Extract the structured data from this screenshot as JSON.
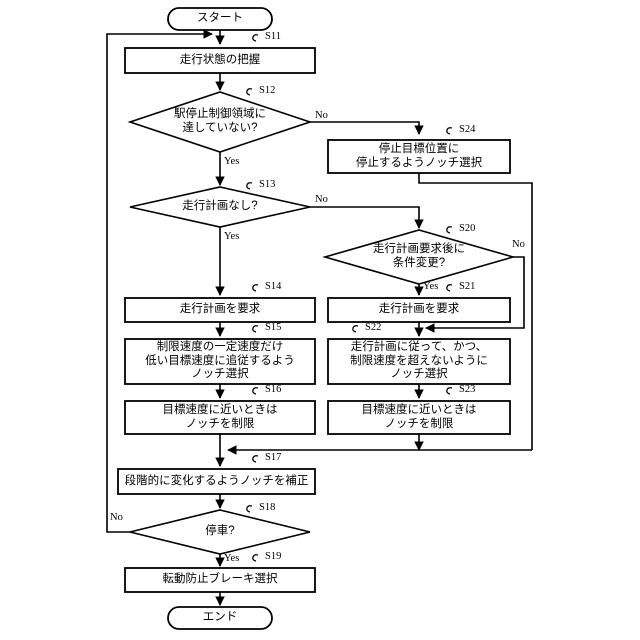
{
  "diagram": {
    "type": "flowchart",
    "language": "ja",
    "title": "",
    "terminators": {
      "start": "スタート",
      "end": "エンド"
    },
    "branch_labels": {
      "yes": "Yes",
      "no": "No"
    },
    "nodes": [
      {
        "id": "start",
        "shape": "terminator",
        "step": "",
        "text": "スタート"
      },
      {
        "id": "S11",
        "shape": "process",
        "step": "S11",
        "text": "走行状態の把握"
      },
      {
        "id": "S12",
        "shape": "decision",
        "step": "S12",
        "text": "駅停止制御領域に\n達していない?"
      },
      {
        "id": "S24",
        "shape": "process",
        "step": "S24",
        "text": "停止目標位置に\n停止するようノッチ選択"
      },
      {
        "id": "S13",
        "shape": "decision",
        "step": "S13",
        "text": "走行計画なし?"
      },
      {
        "id": "S20",
        "shape": "decision",
        "step": "S20",
        "text": "走行計画要求後に\n条件変更?"
      },
      {
        "id": "S14",
        "shape": "process",
        "step": "S14",
        "text": "走行計画を要求"
      },
      {
        "id": "S21",
        "shape": "process",
        "step": "S21",
        "text": "走行計画を要求"
      },
      {
        "id": "S15",
        "shape": "process",
        "step": "S15",
        "text": "制限速度の一定速度だけ\n低い目標速度に追従するよう\nノッチ選択"
      },
      {
        "id": "S22",
        "shape": "process",
        "step": "S22",
        "text": "走行計画に従って、かつ、\n制限速度を超えないように\nノッチ選択"
      },
      {
        "id": "S16",
        "shape": "process",
        "step": "S16",
        "text": "目標速度に近いときは\nノッチを制限"
      },
      {
        "id": "S23",
        "shape": "process",
        "step": "S23",
        "text": "目標速度に近いときは\nノッチを制限"
      },
      {
        "id": "S17",
        "shape": "process",
        "step": "S17",
        "text": "段階的に変化するようノッチを補正"
      },
      {
        "id": "S18",
        "shape": "decision",
        "step": "S18",
        "text": "停車?"
      },
      {
        "id": "S19",
        "shape": "process",
        "step": "S19",
        "text": "転動防止ブレーキ選択"
      },
      {
        "id": "end",
        "shape": "terminator",
        "step": "",
        "text": "エンド"
      }
    ],
    "edges": [
      {
        "from": "start",
        "to": "S11",
        "label": ""
      },
      {
        "from": "S11",
        "to": "S12",
        "label": ""
      },
      {
        "from": "S12",
        "to": "S13",
        "label": "Yes"
      },
      {
        "from": "S12",
        "to": "S24",
        "label": "No"
      },
      {
        "from": "S13",
        "to": "S14",
        "label": "Yes"
      },
      {
        "from": "S13",
        "to": "S20",
        "label": "No"
      },
      {
        "from": "S24",
        "to": "S17",
        "label": ""
      },
      {
        "from": "S20",
        "to": "S21",
        "label": "Yes"
      },
      {
        "from": "S20",
        "to": "S22",
        "label": "No"
      },
      {
        "from": "S14",
        "to": "S15",
        "label": ""
      },
      {
        "from": "S21",
        "to": "S22",
        "label": ""
      },
      {
        "from": "S15",
        "to": "S16",
        "label": ""
      },
      {
        "from": "S22",
        "to": "S23",
        "label": ""
      },
      {
        "from": "S16",
        "to": "S17",
        "label": ""
      },
      {
        "from": "S23",
        "to": "S17",
        "label": ""
      },
      {
        "from": "S17",
        "to": "S18",
        "label": ""
      },
      {
        "from": "S18",
        "to": "S19",
        "label": "Yes"
      },
      {
        "from": "S18",
        "to": "S11",
        "label": "No"
      }
    ],
    "colors": {
      "stroke": "#000000",
      "fill": "#ffffff",
      "background": "#ffffff",
      "text": "#000000"
    }
  }
}
